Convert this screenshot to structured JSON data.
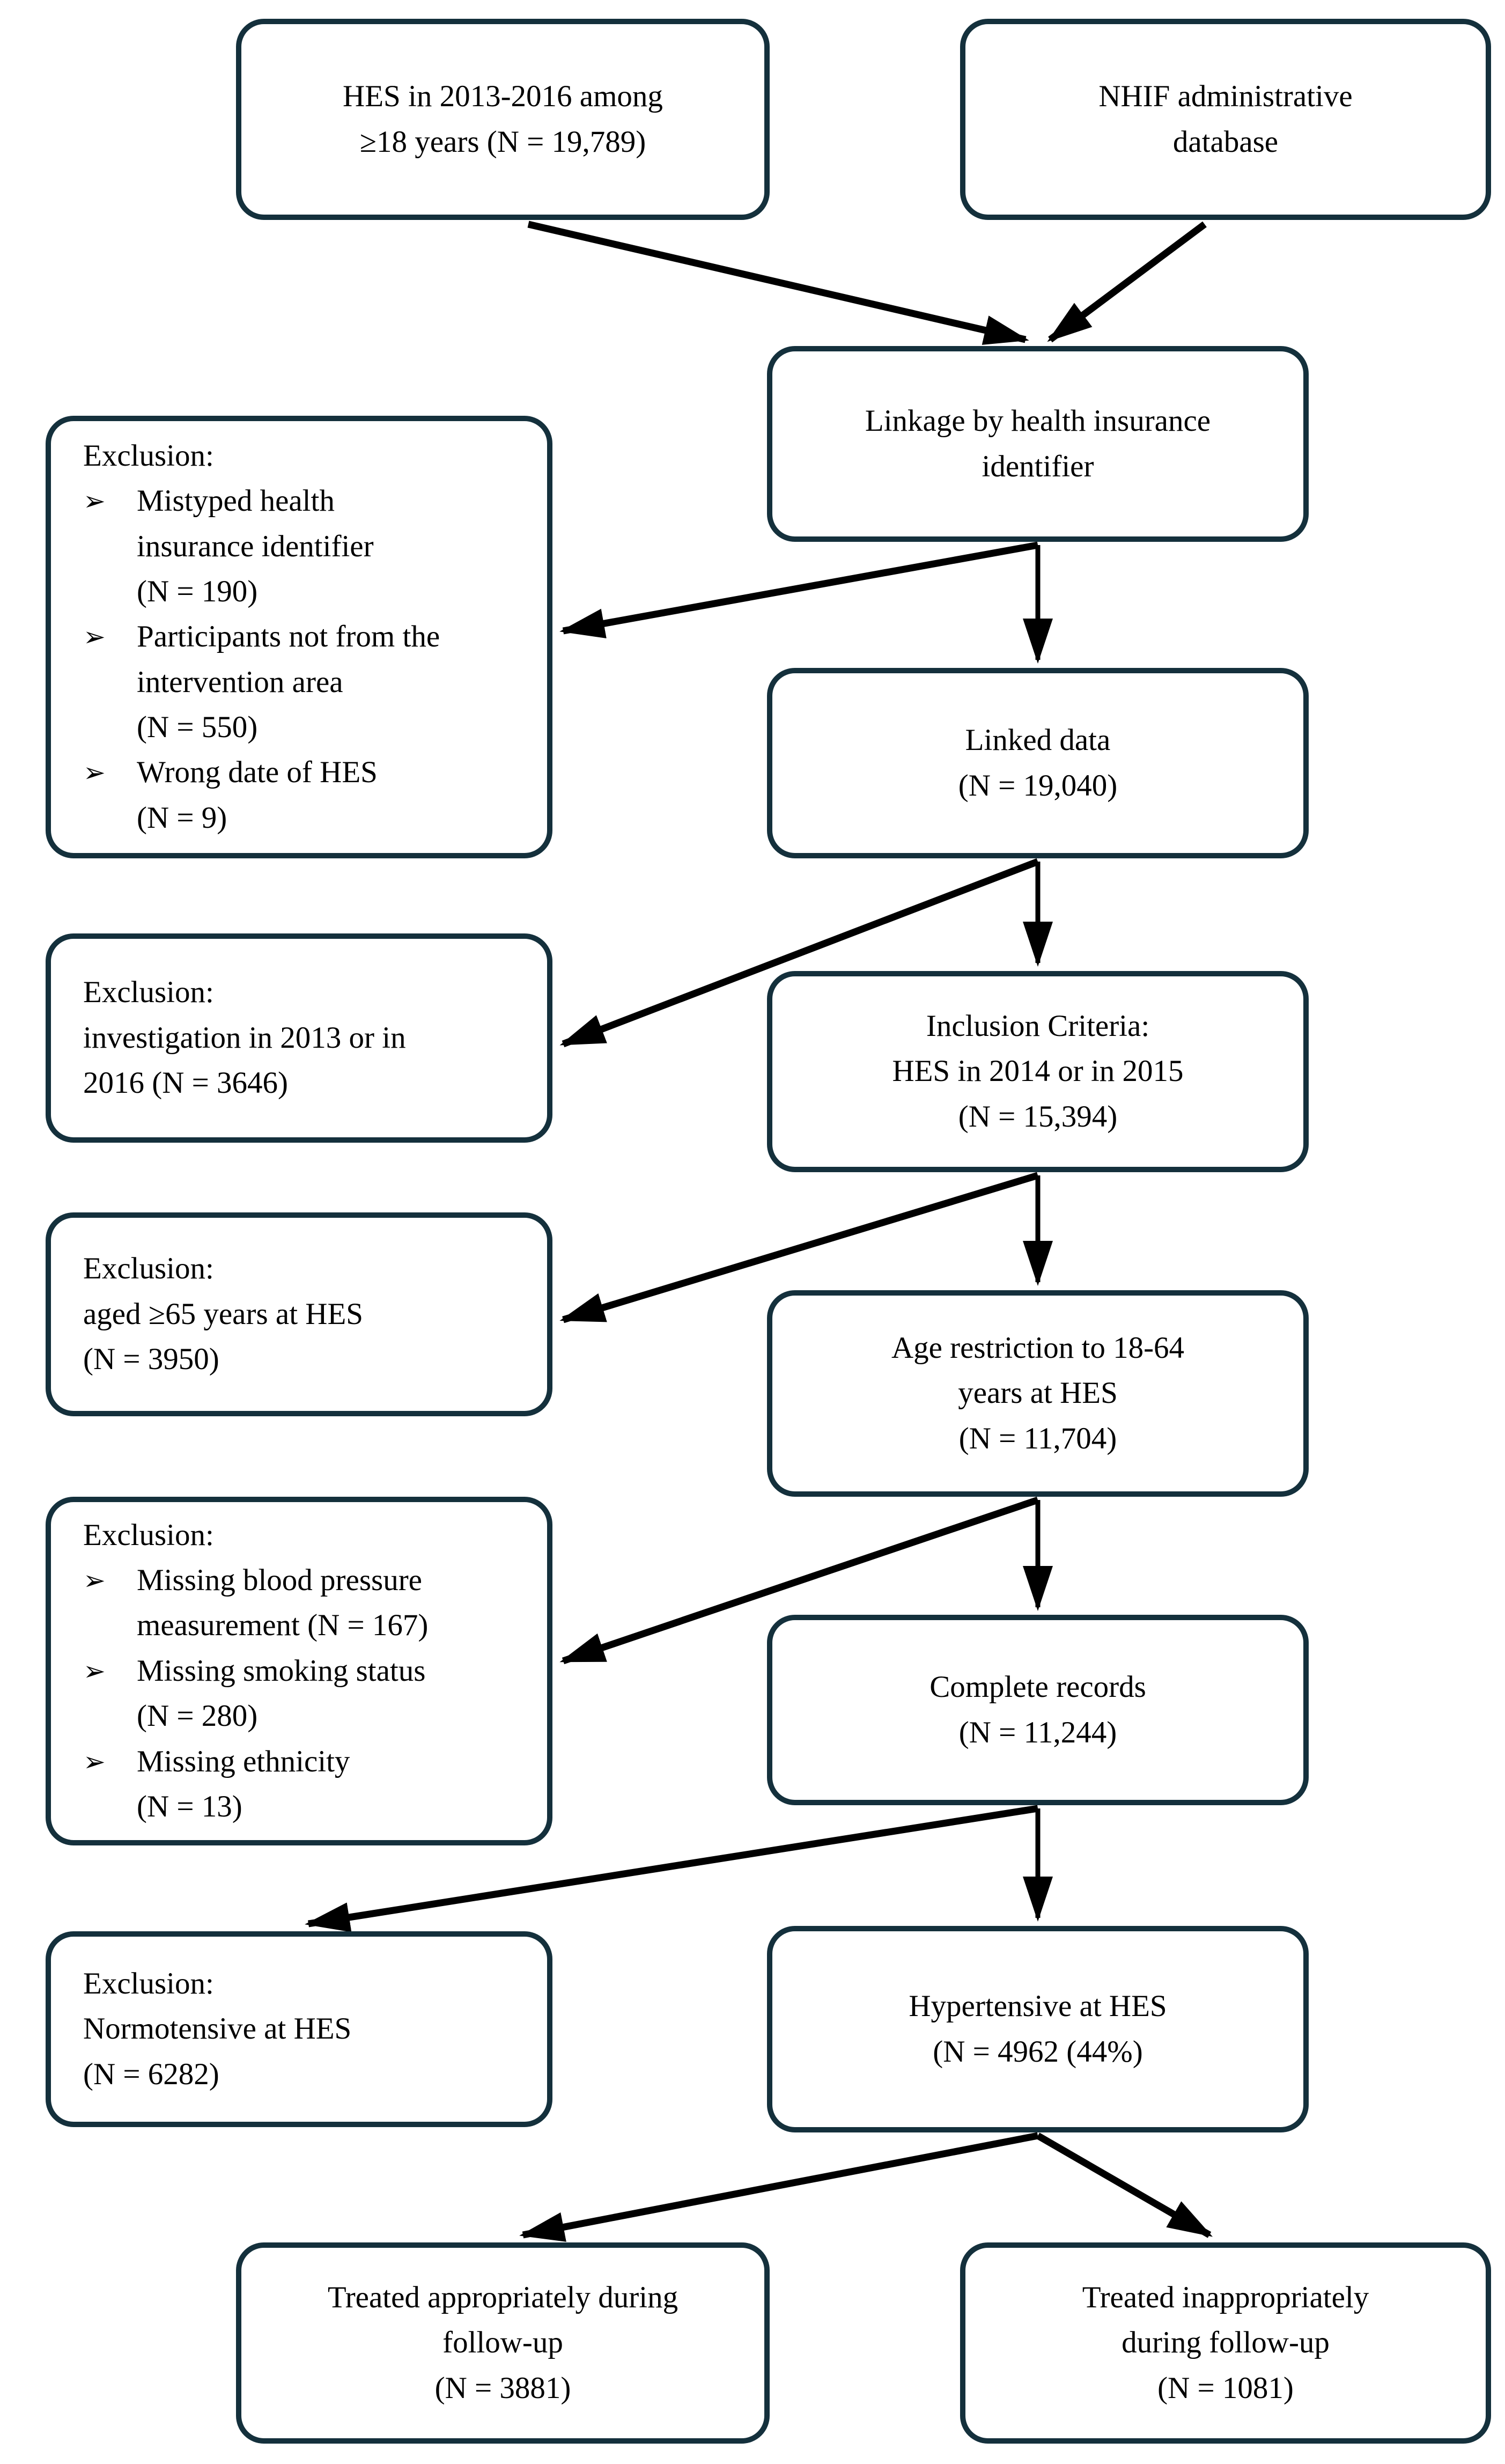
{
  "meta": {
    "background": "#ffffff",
    "border_color": "#14303c",
    "arrow_color": "#000000",
    "bullet": "➢"
  },
  "nodes": {
    "hes_survey": {
      "text": "HES in 2013-2016  among\n≥18 years (N = 19,789)"
    },
    "nhif_db": {
      "text": "NHIF administrative\ndatabase"
    },
    "linkage": {
      "text": "Linkage by health insurance\nidentifier"
    },
    "exclusion_linkage": {
      "title": "Exclusion:",
      "items": [
        "Mistyped health\ninsurance identifier\n(N = 190)",
        "Participants not from the\nintervention area\n(N = 550)",
        "Wrong date of  HES\n(N = 9)"
      ]
    },
    "linked_data": {
      "text": "Linked data\n(N = 19,040)"
    },
    "exclusion_period": {
      "text": "Exclusion:\ninvestigation in 2013  or in\n2016 (N = 3646)"
    },
    "inclusion_criteria": {
      "text": "Inclusion Criteria:\nHES in 2014  or in 2015\n(N = 15,394)"
    },
    "exclusion_age": {
      "text": "Exclusion:\naged ≥65 years at HES\n(N = 3950)"
    },
    "age_restriction": {
      "text": "Age restriction to 18-64\nyears at HES\n(N = 11,704)"
    },
    "exclusion_missing": {
      "title": "Exclusion:",
      "items": [
        "Missing blood pressure\nmeasurement (N = 167)",
        "Missing smoking status\n(N = 280)",
        "Missing ethnicity\n(N = 13)"
      ]
    },
    "complete_records": {
      "text": "Complete records\n(N = 11,244)"
    },
    "exclusion_normotensive": {
      "text": "Exclusion:\nNormotensive at HES\n(N = 6282)"
    },
    "hypertensive": {
      "text": "Hypertensive at HES\n(N = 4962  (44%)"
    },
    "treated_appropriately": {
      "text": "Treated appropriately during\nfollow-up\n(N = 3881)"
    },
    "treated_inappropriately": {
      "text": "Treated inappropriately\nduring follow-up\n(N = 1081)"
    }
  }
}
